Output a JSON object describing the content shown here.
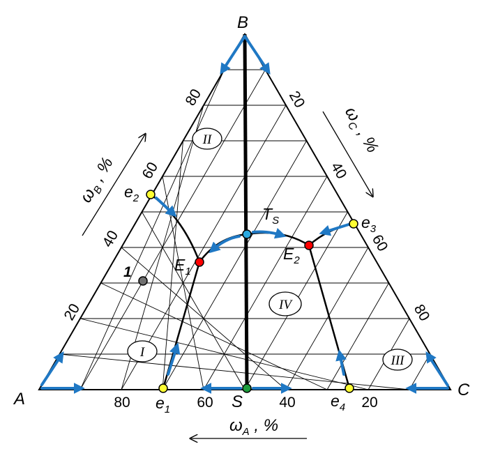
{
  "vertices": {
    "a": "A",
    "b": "B",
    "c": "C",
    "s": "S"
  },
  "points": {
    "e1": {
      "main": "e",
      "sub": "1"
    },
    "e2": {
      "main": "e",
      "sub": "2"
    },
    "e3": {
      "main": "e",
      "sub": "3"
    },
    "e4": {
      "main": "e",
      "sub": "4"
    },
    "E1": {
      "main": "E",
      "sub": "1"
    },
    "E2": {
      "main": "E",
      "sub": "2"
    },
    "TS": {
      "main": "T",
      "sub": "S"
    },
    "p1": "1"
  },
  "regions": {
    "r1": "I",
    "r2": "II",
    "r3": "III",
    "r4": "IV"
  },
  "axes": {
    "wb": {
      "main": "ω",
      "sub": "B",
      "tail": " , %"
    },
    "wc": {
      "main": "ω",
      "sub": "C",
      "tail": " , %"
    },
    "wa": {
      "main": "ω",
      "sub": "A",
      "tail": " , %"
    }
  },
  "ticks": {
    "left": [
      "20",
      "40",
      "60",
      "80"
    ],
    "right": [
      "20",
      "40",
      "60",
      "80"
    ],
    "bottom": [
      "80",
      "60",
      "40",
      "20"
    ]
  },
  "colors": {
    "arrow": "#1f78c4",
    "eutectic_binary": "#ffff33",
    "eutectic_ternary": "#ff0000",
    "compound": "#2aa9e0",
    "S": "#1e9e3c",
    "point1": "#707070"
  }
}
